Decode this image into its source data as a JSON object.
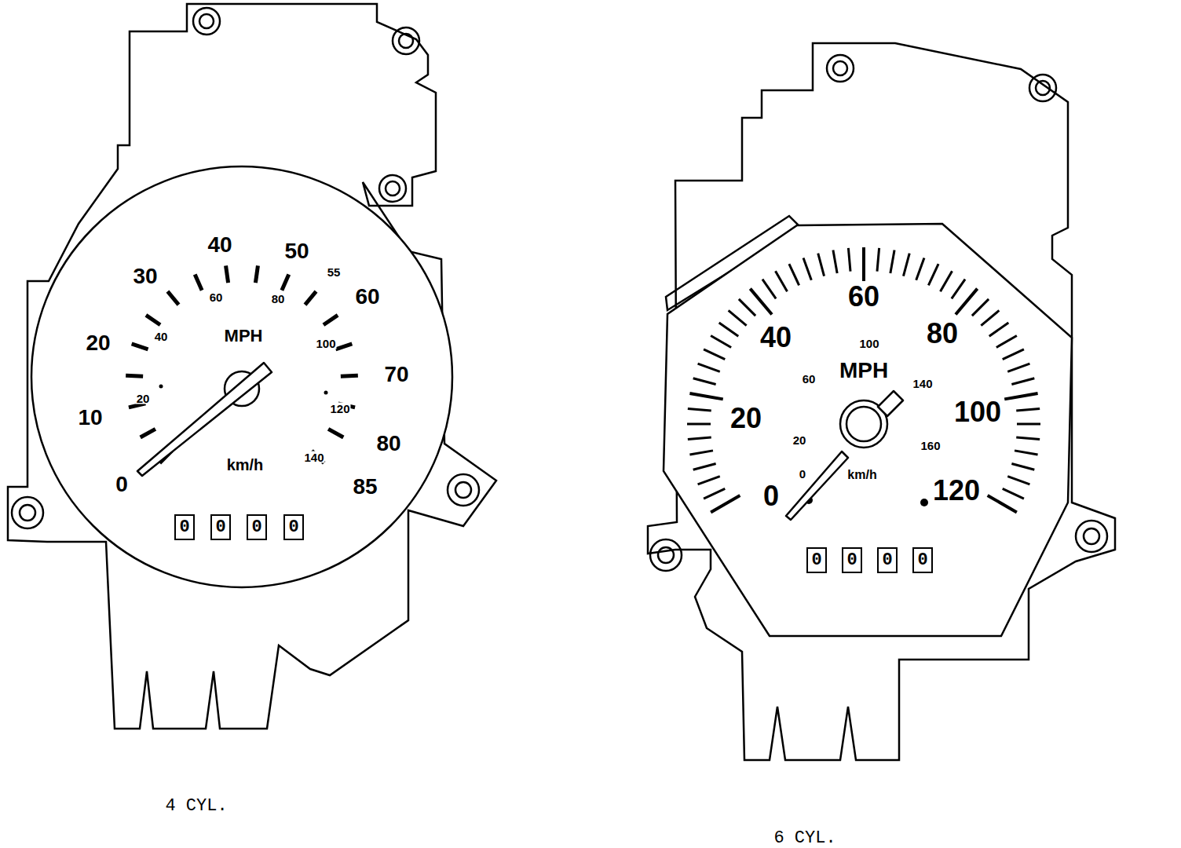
{
  "diagram": {
    "nodes": [
      {
        "text": [
          "0"
        ]
      },
      {
        "text": [
          "0"
        ]
      },
      {
        "text": [
          "0"
        ]
      },
      {
        "text": [
          "0"
        ]
      },
      {
        "text": [
          "0"
        ]
      },
      {
        "text": [
          "0"
        ]
      },
      {
        "text": [
          "0"
        ]
      },
      {
        "text": [
          "0"
        ]
      }
    ],
    "labels": [
      "40",
      "50",
      "30",
      "60",
      "80",
      "55",
      "60",
      "20",
      "40",
      "MPH",
      "100",
      "70",
      "20",
      "10",
      "120",
      "80",
      "0",
      "km/h",
      "140",
      "85",
      "4 CYL.",
      "60",
      "40",
      "80",
      "100",
      "MPH",
      "60",
      "140",
      "20",
      "100",
      "20",
      "160",
      "0",
      "0",
      "km/h",
      "120",
      "6 CYL."
    ]
  }
}
